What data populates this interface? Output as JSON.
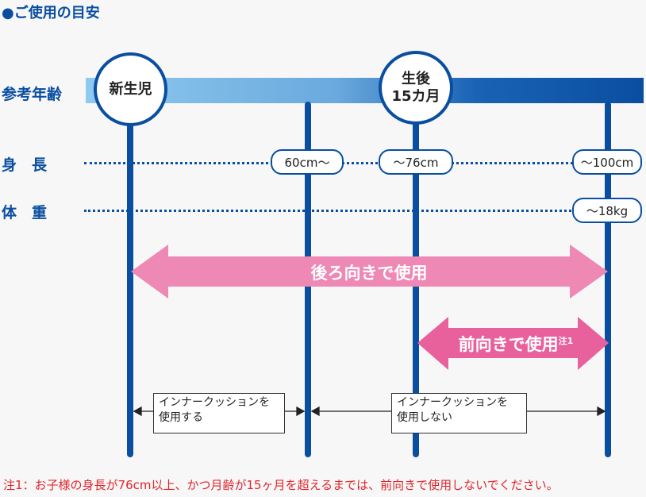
{
  "title": "●ご使用の目安",
  "rows": {
    "age": "参考年齢",
    "height": "身　長",
    "weight": "体　重"
  },
  "milestones": {
    "newborn": "新生児",
    "m15_line1": "生後",
    "m15_line2": "15カ月"
  },
  "height_marks": [
    "60cm〜",
    "〜76cm",
    "〜100cm"
  ],
  "weight_marks": [
    "〜18kg"
  ],
  "rear_facing": "後ろ向きで使用",
  "forward_facing": "前向きで使用",
  "forward_note_mark": "注1",
  "inner_cushion_use": [
    "インナークッションを",
    "使用する"
  ],
  "inner_cushion_nouse": [
    "インナークッションを",
    "使用しない"
  ],
  "footnote": "注1：お子様の身長が76cm以上、かつ月齢が15ヶ月を超えるまでは、前向きで使用しないでください。",
  "colors": {
    "blue": "#0a4ea0",
    "pink": "#ee88b4",
    "dark_pink": "#e8609c",
    "red": "#e0262a"
  }
}
